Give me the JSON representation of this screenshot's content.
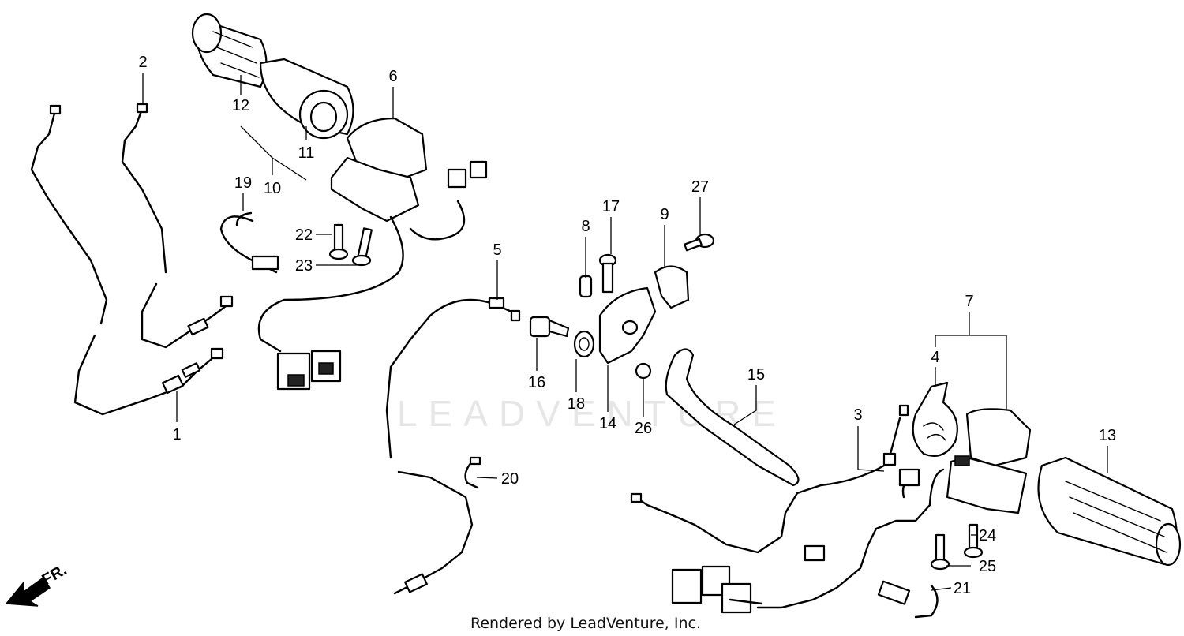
{
  "watermark": "LEADVENTURE",
  "credit": "Rendered by LeadVenture, Inc.",
  "direction_marker": {
    "label": "FR."
  },
  "part_callouts": [
    {
      "id": "1",
      "label": "1"
    },
    {
      "id": "2",
      "label": "2"
    },
    {
      "id": "3",
      "label": "3"
    },
    {
      "id": "4",
      "label": "4"
    },
    {
      "id": "5",
      "label": "5"
    },
    {
      "id": "6",
      "label": "6"
    },
    {
      "id": "7",
      "label": "7"
    },
    {
      "id": "8",
      "label": "8"
    },
    {
      "id": "9",
      "label": "9"
    },
    {
      "id": "10",
      "label": "10"
    },
    {
      "id": "11",
      "label": "11"
    },
    {
      "id": "12",
      "label": "12"
    },
    {
      "id": "13",
      "label": "13"
    },
    {
      "id": "14",
      "label": "14"
    },
    {
      "id": "15",
      "label": "15"
    },
    {
      "id": "16",
      "label": "16"
    },
    {
      "id": "17",
      "label": "17"
    },
    {
      "id": "18",
      "label": "18"
    },
    {
      "id": "19",
      "label": "19"
    },
    {
      "id": "20",
      "label": "20"
    },
    {
      "id": "21",
      "label": "21"
    },
    {
      "id": "22",
      "label": "22"
    },
    {
      "id": "23",
      "label": "23"
    },
    {
      "id": "24",
      "label": "24"
    },
    {
      "id": "25",
      "label": "25"
    },
    {
      "id": "26",
      "label": "26"
    },
    {
      "id": "27",
      "label": "27"
    }
  ]
}
